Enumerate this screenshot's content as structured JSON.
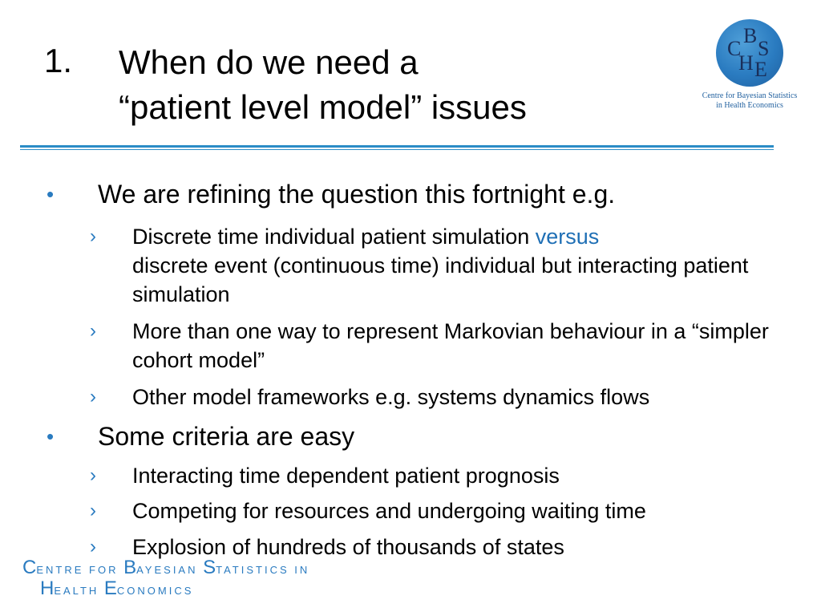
{
  "slide": {
    "title_number": "1.",
    "title_line1": "When do we need a",
    "title_line2": "“patient level model” issues"
  },
  "logo": {
    "letters": [
      "B",
      "C",
      "S",
      "H",
      "E"
    ],
    "caption_line1": "Centre for Bayesian Statistics",
    "caption_line2": "in Health Economics"
  },
  "bullets": [
    {
      "text": "We are refining the question this fortnight e.g.",
      "sub": [
        {
          "text": "Discrete time individual patient simulation ",
          "accent": "versus",
          "text2": "discrete event (continuous time) individual but interacting patient simulation"
        },
        {
          "text": "More than one way to represent Markovian behaviour in a “simpler cohort model”"
        },
        {
          "text": "Other model frameworks e.g. systems dynamics flows"
        }
      ]
    },
    {
      "text": "Some criteria are easy",
      "sub": [
        {
          "text": "Interacting time dependent patient prognosis"
        },
        {
          "text": "Competing for resources and undergoing waiting time"
        },
        {
          "text": "Explosion of hundreds of thousands of states"
        }
      ]
    }
  ],
  "markers": {
    "level1": "•",
    "level2": "›"
  },
  "footer": {
    "c": "C",
    "entre_for": "ENTRE FOR ",
    "b": "B",
    "ayesian": "AYESIAN ",
    "s": "S",
    "tatistics_in": "TATISTICS IN",
    "h": "H",
    "ealth": "EALTH ",
    "e": "E",
    "conomics": "CONOMICS"
  },
  "colors": {
    "accent": "#2a7bc0",
    "rule": "#2b8cc6"
  }
}
